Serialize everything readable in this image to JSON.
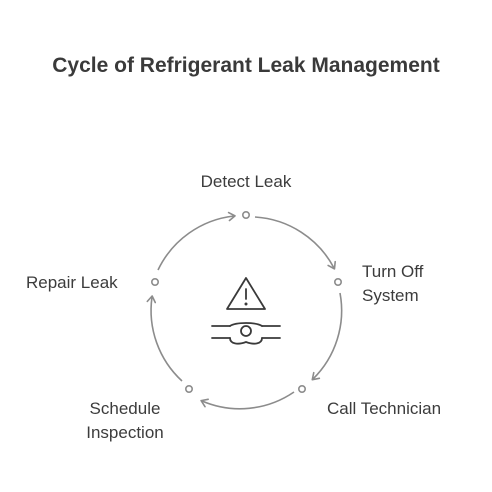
{
  "title": "Cycle of Refrigerant Leak Management",
  "steps": [
    {
      "label": "Detect Leak"
    },
    {
      "label": "Turn Off\nSystem"
    },
    {
      "label": "Call Technician"
    },
    {
      "label": "Schedule\nInspection"
    },
    {
      "label": "Repair Leak"
    }
  ],
  "center_icon": "leaking-pipe-warning-icon",
  "colors": {
    "title": "#3a3a3a",
    "text": "#3c3c3c",
    "cycle_stroke": "#8c8c8c",
    "icon_stroke": "#3a3a3a"
  }
}
